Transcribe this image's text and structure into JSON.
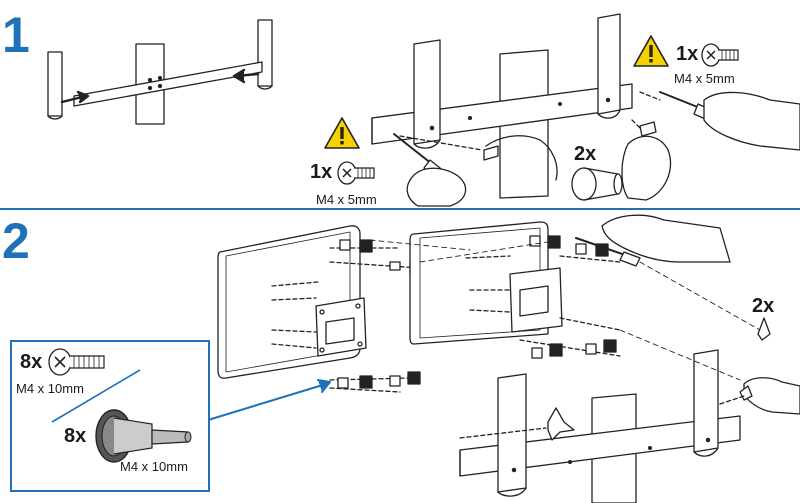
{
  "steps": [
    {
      "number": "1",
      "callouts": [
        {
          "quantity": "1x",
          "spec": "M4 x 5mm",
          "icon": "warning-icon"
        },
        {
          "quantity": "1x",
          "spec": "M4 x 5mm",
          "icon": "warning-icon"
        },
        {
          "quantity": "2x"
        }
      ]
    },
    {
      "number": "2",
      "callouts": [
        {
          "quantity": "2x"
        }
      ],
      "inset": {
        "screw": {
          "quantity": "8x",
          "spec": "M4 x 10mm"
        },
        "knob": {
          "quantity": "8x",
          "spec": "M4 x 10mm"
        }
      }
    }
  ],
  "colors": {
    "accent": "#1f72b8",
    "warning": "#f5d200",
    "line": "#222222"
  }
}
